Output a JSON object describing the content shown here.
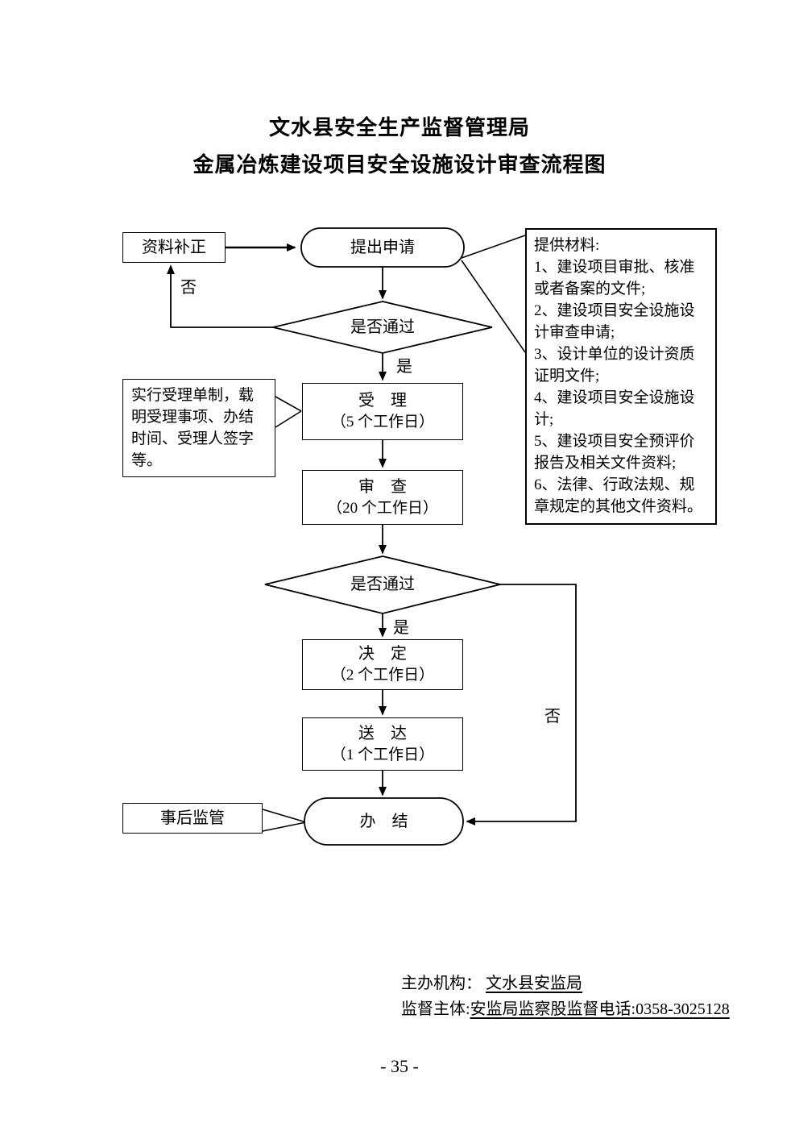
{
  "page": {
    "title_line1": "文水县安全生产监督管理局",
    "title_line2": "金属冶炼建设项目安全设施设计审查流程图",
    "page_number": "- 35 -"
  },
  "colors": {
    "ink": "#000000",
    "paper": "#ffffff"
  },
  "flow": {
    "correction": "资料补正",
    "apply": "提出申请",
    "decision1": "是否通过",
    "decision1_no": "否",
    "decision1_yes": "是",
    "accept_title": "受　理",
    "accept_sub": "（5 个工作日）",
    "review_title": "审　查",
    "review_sub": "（20 个工作日）",
    "decision2": "是否通过",
    "decision2_yes": "是",
    "decision2_no": "否",
    "decide_title": "决　定",
    "decide_sub": "（2 个工作日）",
    "deliver_title": "送　达",
    "deliver_sub": "（1 个工作日）",
    "finish": "办　结",
    "post_supervision": "事后监管",
    "accept_note": "实行受理单制，载明受理事项、办结时间、受理人签字等。",
    "materials": {
      "title": "提供材料:",
      "items": [
        "1、建设项目审批、核准或者备案的文件;",
        "2、建设项目安全设施设计审查申请;",
        "3、设计单位的设计资质证明文件;",
        "4、建设项目安全设施设计;",
        "5、建设项目安全预评价报告及相关文件资料;",
        "6、法律、行政法规、规章规定的其他文件资料。"
      ]
    }
  },
  "footer": {
    "host_label": "主办机构： ",
    "host_value": "文水县安监局",
    "supervisor_label": "监督主体:",
    "supervisor_value": "安监局监察股监督电话:0358-3025128"
  }
}
